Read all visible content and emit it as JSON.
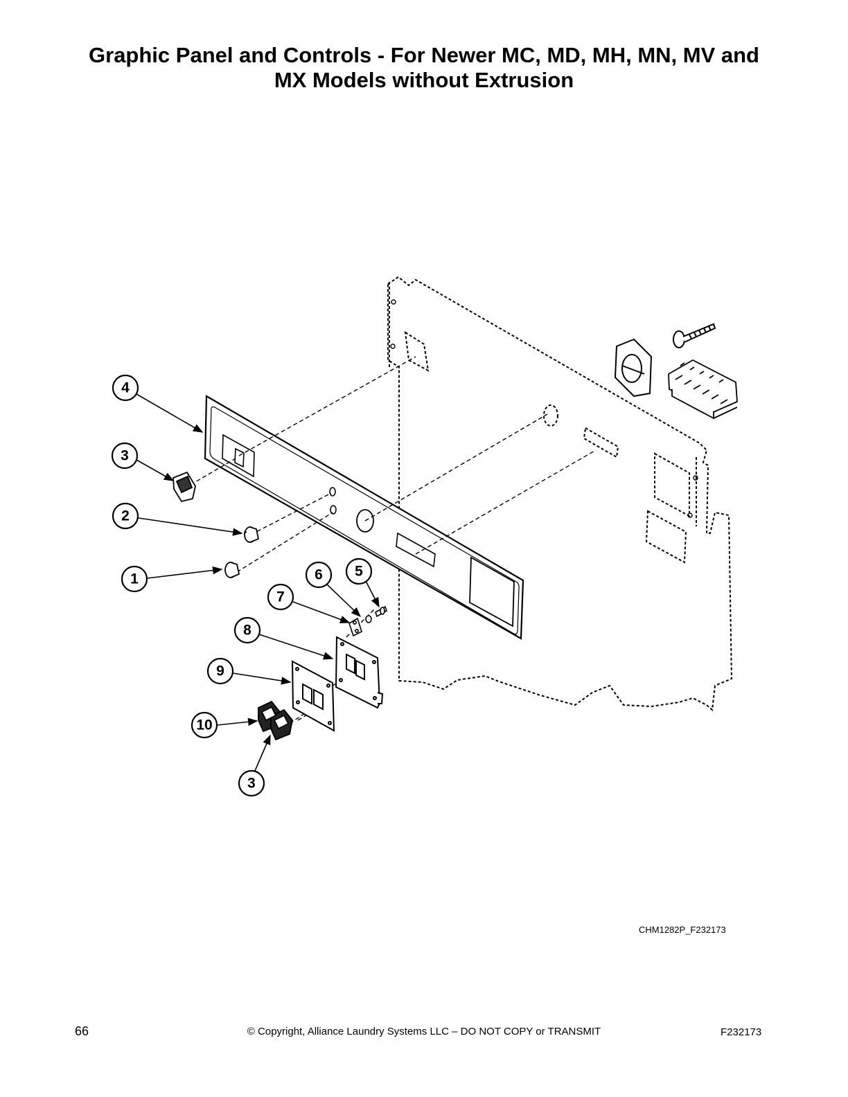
{
  "page": {
    "title_line1": "Graphic Panel and Controls - For Newer MC, MD, MH, MN, MV and",
    "title_line2": "MX Models without Extrusion",
    "drawing_id": "CHM1282P_F232173",
    "page_number": "66",
    "copyright": "© Copyright, Alliance Laundry Systems LLC – DO NOT COPY or TRANSMIT",
    "document_code": "F232173"
  },
  "callouts": [
    {
      "label": "4"
    },
    {
      "label": "3"
    },
    {
      "label": "2"
    },
    {
      "label": "1"
    },
    {
      "label": "6"
    },
    {
      "label": "5"
    },
    {
      "label": "7"
    },
    {
      "label": "8"
    },
    {
      "label": "9"
    },
    {
      "label": "10"
    },
    {
      "label": "3"
    }
  ],
  "colors": {
    "ink": "#000000",
    "paper": "#ffffff"
  }
}
